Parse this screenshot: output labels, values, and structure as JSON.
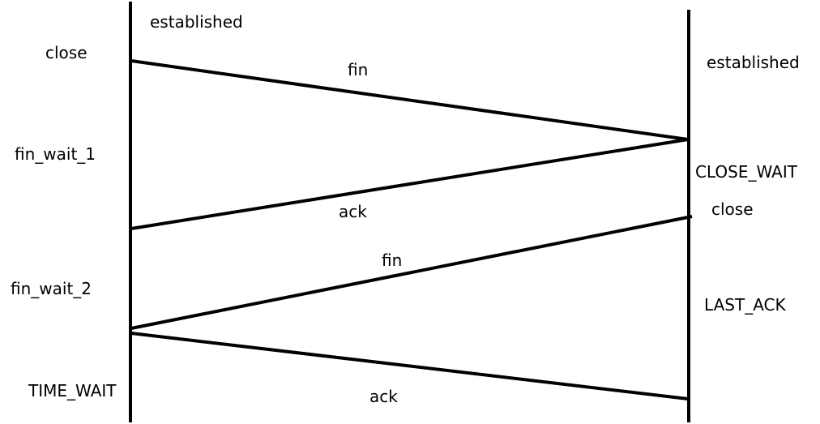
{
  "colors": {
    "line": "#000000",
    "text": "#000000",
    "background": "#ffffff"
  },
  "left_side": {
    "established": "established",
    "close": "close",
    "fin_wait_1": "fin_wait_1",
    "fin_wait_2": "fin_wait_2",
    "time_wait": "TIME_WAIT"
  },
  "right_side": {
    "established": "established",
    "close_wait": "CLOSE_WAIT",
    "close": "close",
    "last_ack": "LAST_ACK"
  },
  "messages": {
    "fin_1": "fin",
    "ack_1": "ack",
    "fin_2": "fin",
    "ack_2": "ack"
  }
}
